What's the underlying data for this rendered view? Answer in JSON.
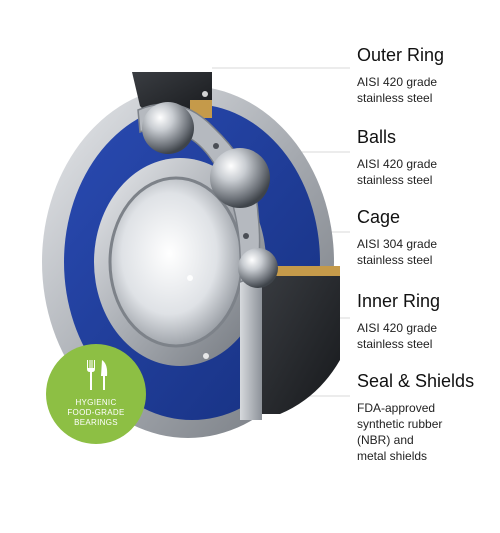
{
  "parts": [
    {
      "name": "Outer Ring",
      "desc_lines": [
        "AISI 420 grade",
        "stainless steel"
      ]
    },
    {
      "name": "Balls",
      "desc_lines": [
        "AISI 420 grade",
        "stainless steel"
      ]
    },
    {
      "name": "Cage",
      "desc_lines": [
        "AISI 304 grade",
        "stainless steel"
      ]
    },
    {
      "name": "Inner Ring",
      "desc_lines": [
        "AISI 420 grade",
        "stainless steel"
      ]
    },
    {
      "name": "Seal & Shields",
      "desc_lines": [
        "FDA-approved",
        "synthetic rubber",
        "(NBR) and",
        "metal shields"
      ]
    }
  ],
  "badge": {
    "lines": [
      "HYGIENIC",
      "FOOD-GRADE",
      "BEARINGS"
    ],
    "icon": "fork-knife-icon",
    "color": "#8dbf44"
  },
  "colors": {
    "seal_blue": "#1f3c9e",
    "steel": "#b8bcc2",
    "leader_line": "#d8d8d8"
  }
}
